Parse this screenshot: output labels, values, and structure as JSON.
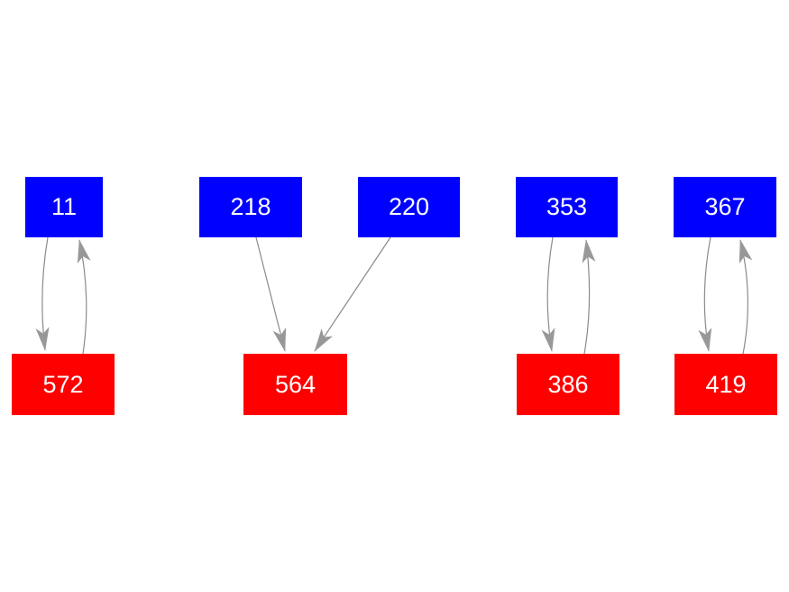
{
  "diagram": {
    "type": "directed-graph",
    "background": "#ffffff",
    "edge_color": "#8b8b8b",
    "arrowhead_color": "#989898",
    "node_top_fill": "#0000ff",
    "node_bottom_fill": "#ff0000",
    "node_text_color": "#ffffff",
    "nodes": [
      {
        "id": "11",
        "label": "11",
        "row": "top"
      },
      {
        "id": "218",
        "label": "218",
        "row": "top"
      },
      {
        "id": "220",
        "label": "220",
        "row": "top"
      },
      {
        "id": "353",
        "label": "353",
        "row": "top"
      },
      {
        "id": "367",
        "label": "367",
        "row": "top"
      },
      {
        "id": "572",
        "label": "572",
        "row": "bottom"
      },
      {
        "id": "564",
        "label": "564",
        "row": "bottom"
      },
      {
        "id": "386",
        "label": "386",
        "row": "bottom"
      },
      {
        "id": "419",
        "label": "419",
        "row": "bottom"
      }
    ],
    "edges": [
      {
        "from": "11",
        "to": "572"
      },
      {
        "from": "572",
        "to": "11"
      },
      {
        "from": "218",
        "to": "564"
      },
      {
        "from": "220",
        "to": "564"
      },
      {
        "from": "353",
        "to": "386"
      },
      {
        "from": "386",
        "to": "353"
      },
      {
        "from": "367",
        "to": "419"
      },
      {
        "from": "419",
        "to": "367"
      }
    ]
  }
}
